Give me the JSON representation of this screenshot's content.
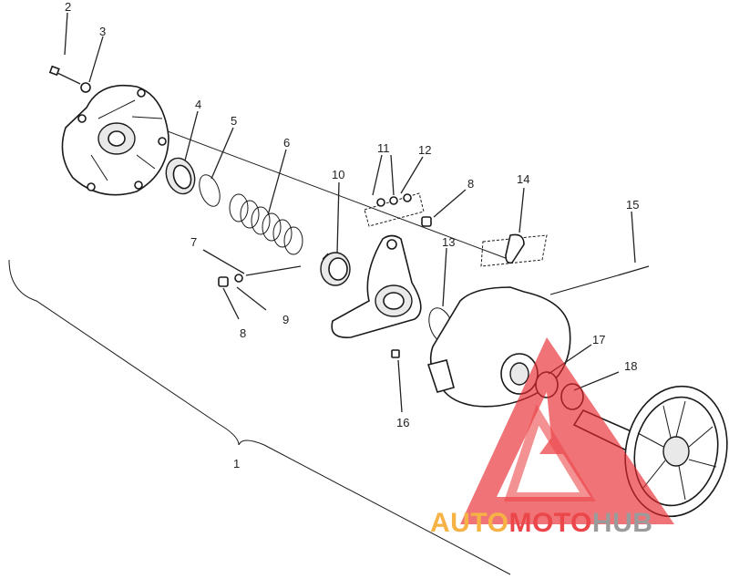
{
  "callouts": [
    {
      "id": "c1",
      "text": "1"
    },
    {
      "id": "c2",
      "text": "2"
    },
    {
      "id": "c3",
      "text": "3"
    },
    {
      "id": "c4",
      "text": "4"
    },
    {
      "id": "c5",
      "text": "5"
    },
    {
      "id": "c6",
      "text": "6"
    },
    {
      "id": "c7",
      "text": "7"
    },
    {
      "id": "c8a",
      "text": "8"
    },
    {
      "id": "c8b",
      "text": "8"
    },
    {
      "id": "c9",
      "text": "9"
    },
    {
      "id": "c10",
      "text": "10"
    },
    {
      "id": "c11",
      "text": "11"
    },
    {
      "id": "c12",
      "text": "12"
    },
    {
      "id": "c13",
      "text": "13"
    },
    {
      "id": "c14",
      "text": "14"
    },
    {
      "id": "c15",
      "text": "15"
    },
    {
      "id": "c16",
      "text": "16"
    },
    {
      "id": "c17",
      "text": "17"
    },
    {
      "id": "c18",
      "text": "18"
    }
  ],
  "watermark": {
    "part1": "AUTO",
    "part2": "MOTO",
    "part3": "HUB",
    "color_orange": "#f5a524",
    "color_red": "#e8262b",
    "color_gray": "#8a8a8a"
  }
}
